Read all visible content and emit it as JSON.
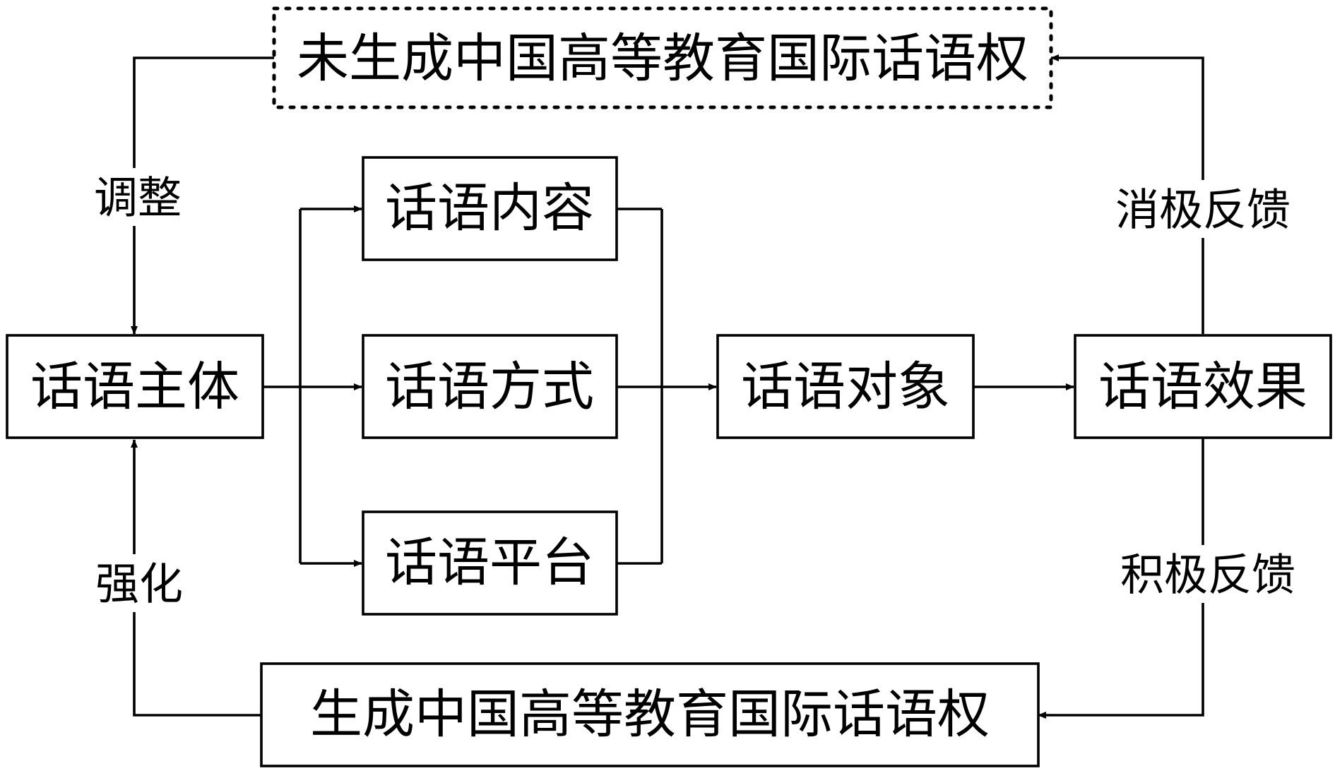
{
  "nodes": {
    "not_generated": "未生成中国高等教育国际话语权",
    "discourse_subject": "话语主体",
    "discourse_content": "话语内容",
    "discourse_method": "话语方式",
    "discourse_platform": "话语平台",
    "discourse_object": "话语对象",
    "discourse_effect": "话语效果",
    "generated": "生成中国高等教育国际话语权"
  },
  "edge_labels": {
    "adjust": "调整",
    "strengthen": "强化",
    "negative_feedback": "消极反馈",
    "positive_feedback": "积极反馈"
  }
}
